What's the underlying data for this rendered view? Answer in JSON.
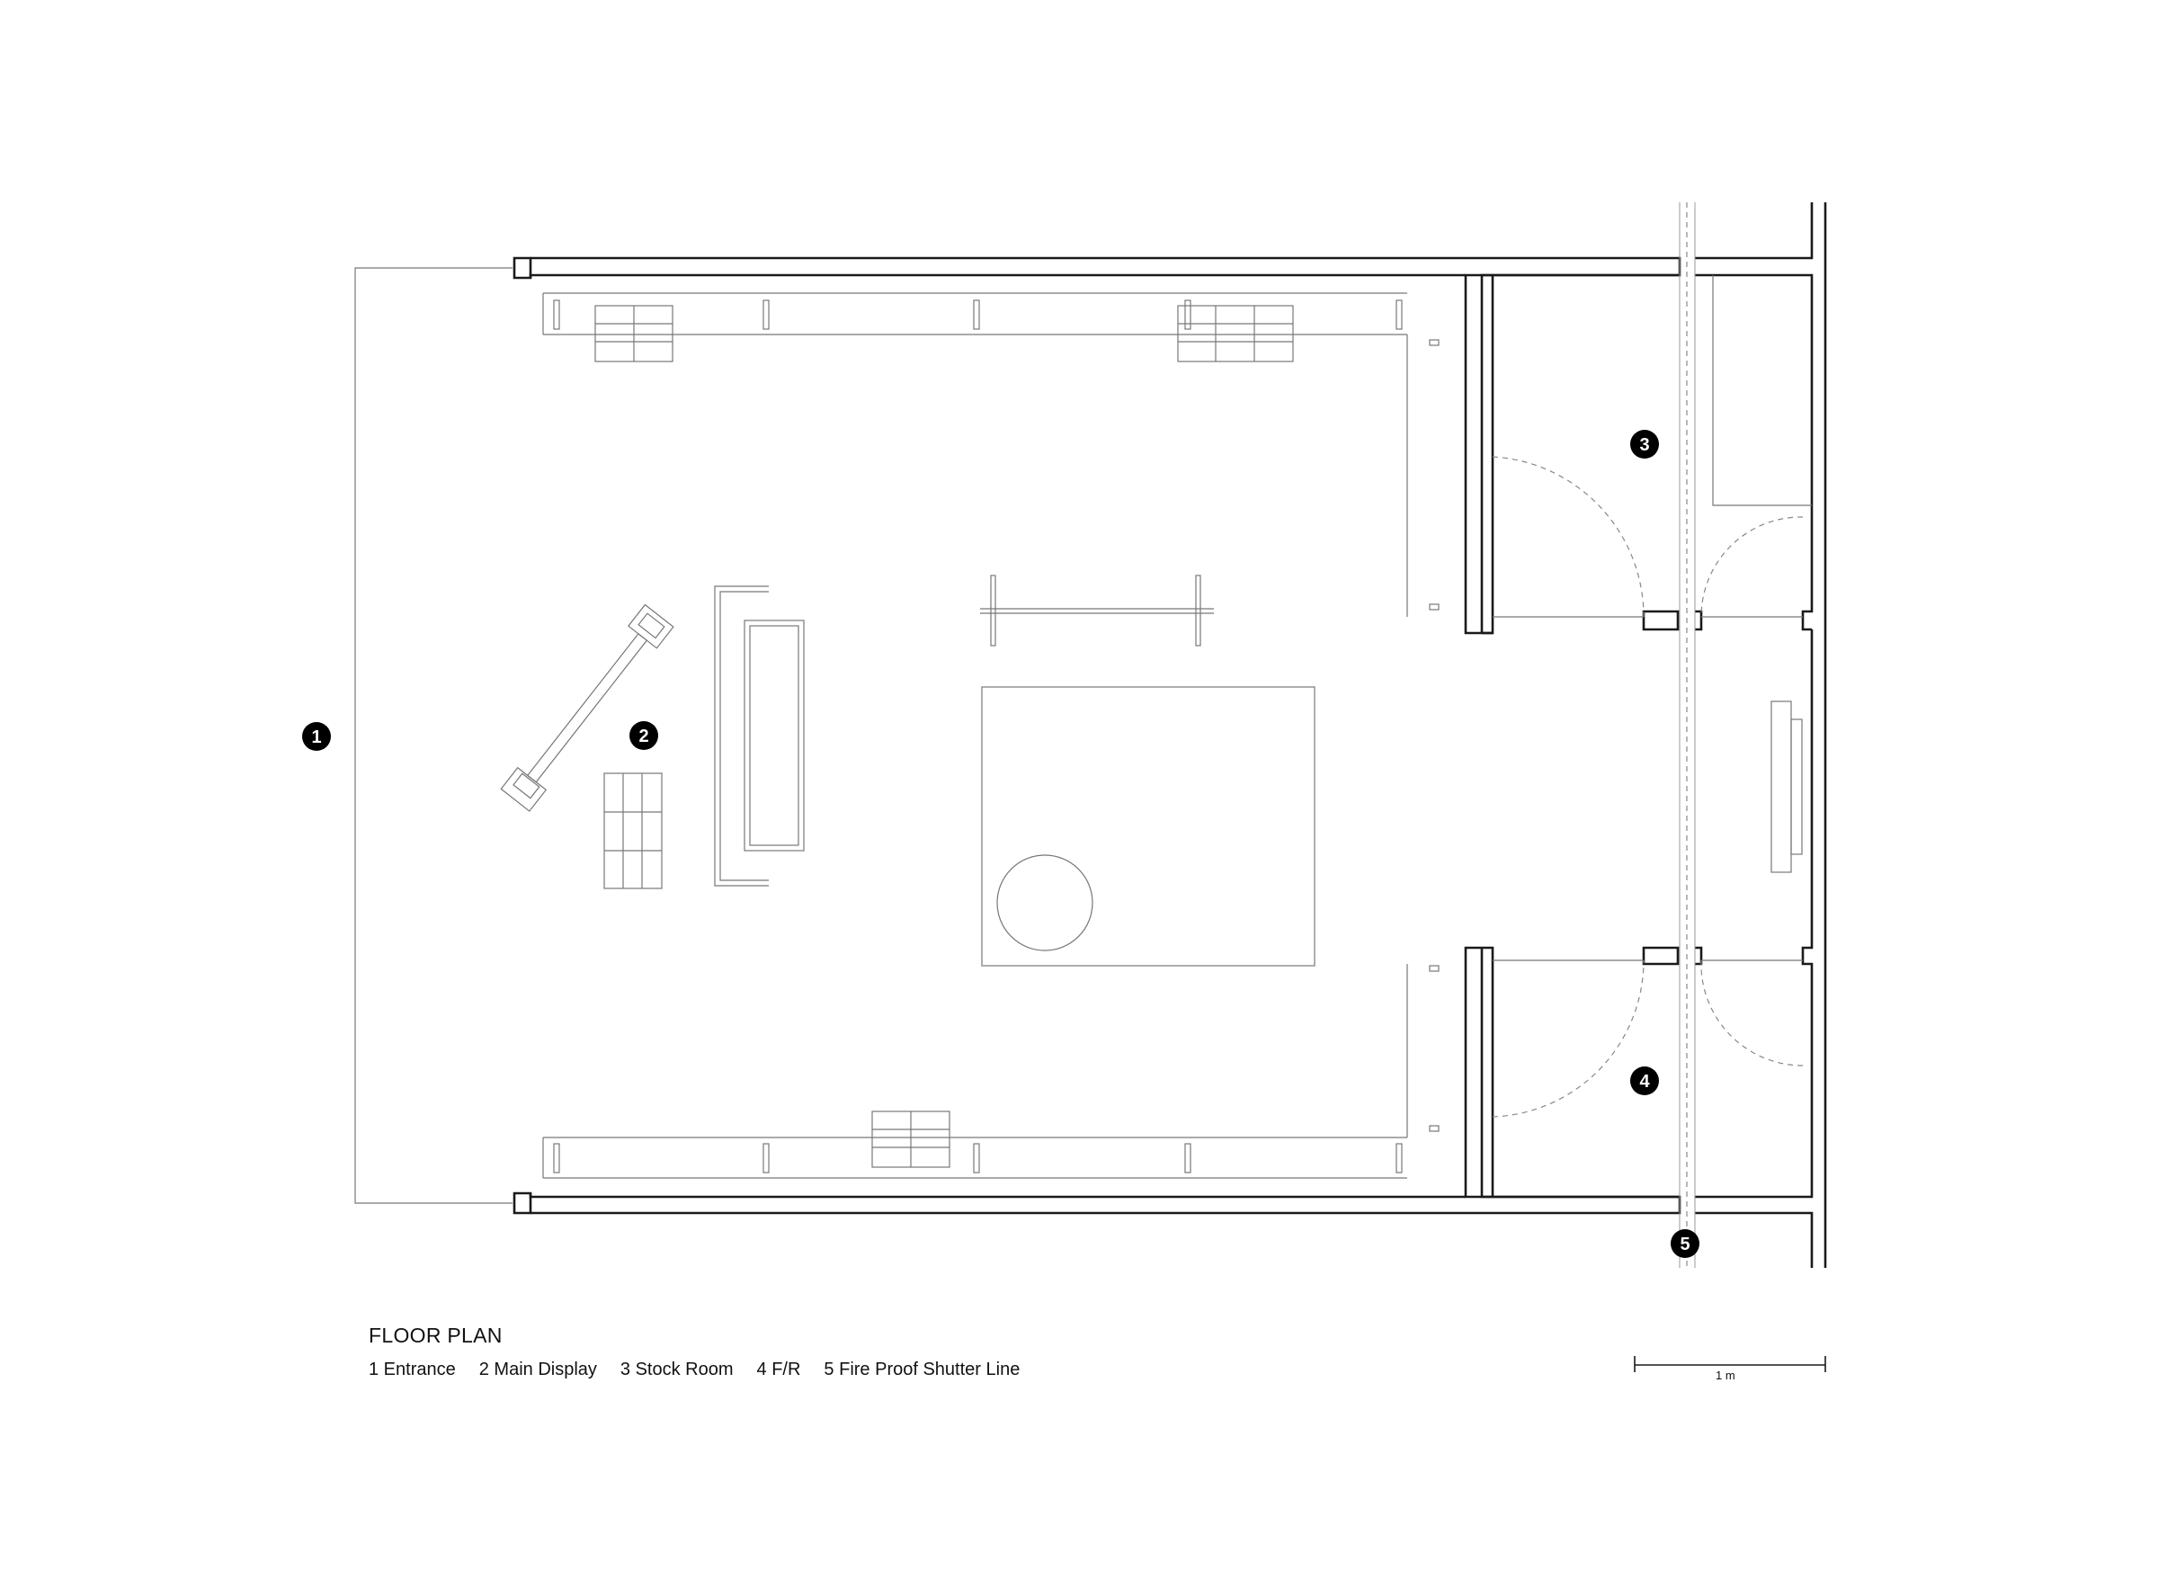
{
  "title": "FLOOR PLAN",
  "legend": [
    {
      "num": "1",
      "label": "1 Entrance"
    },
    {
      "num": "2",
      "label": "2 Main Display"
    },
    {
      "num": "3",
      "label": "3 Stock Room"
    },
    {
      "num": "4",
      "label": "4 F/R"
    },
    {
      "num": "5",
      "label": "5 Fire Proof Shutter Line"
    }
  ],
  "markers": [
    "1",
    "2",
    "3",
    "4",
    "5"
  ],
  "scale_bar": {
    "label": "1 m"
  }
}
